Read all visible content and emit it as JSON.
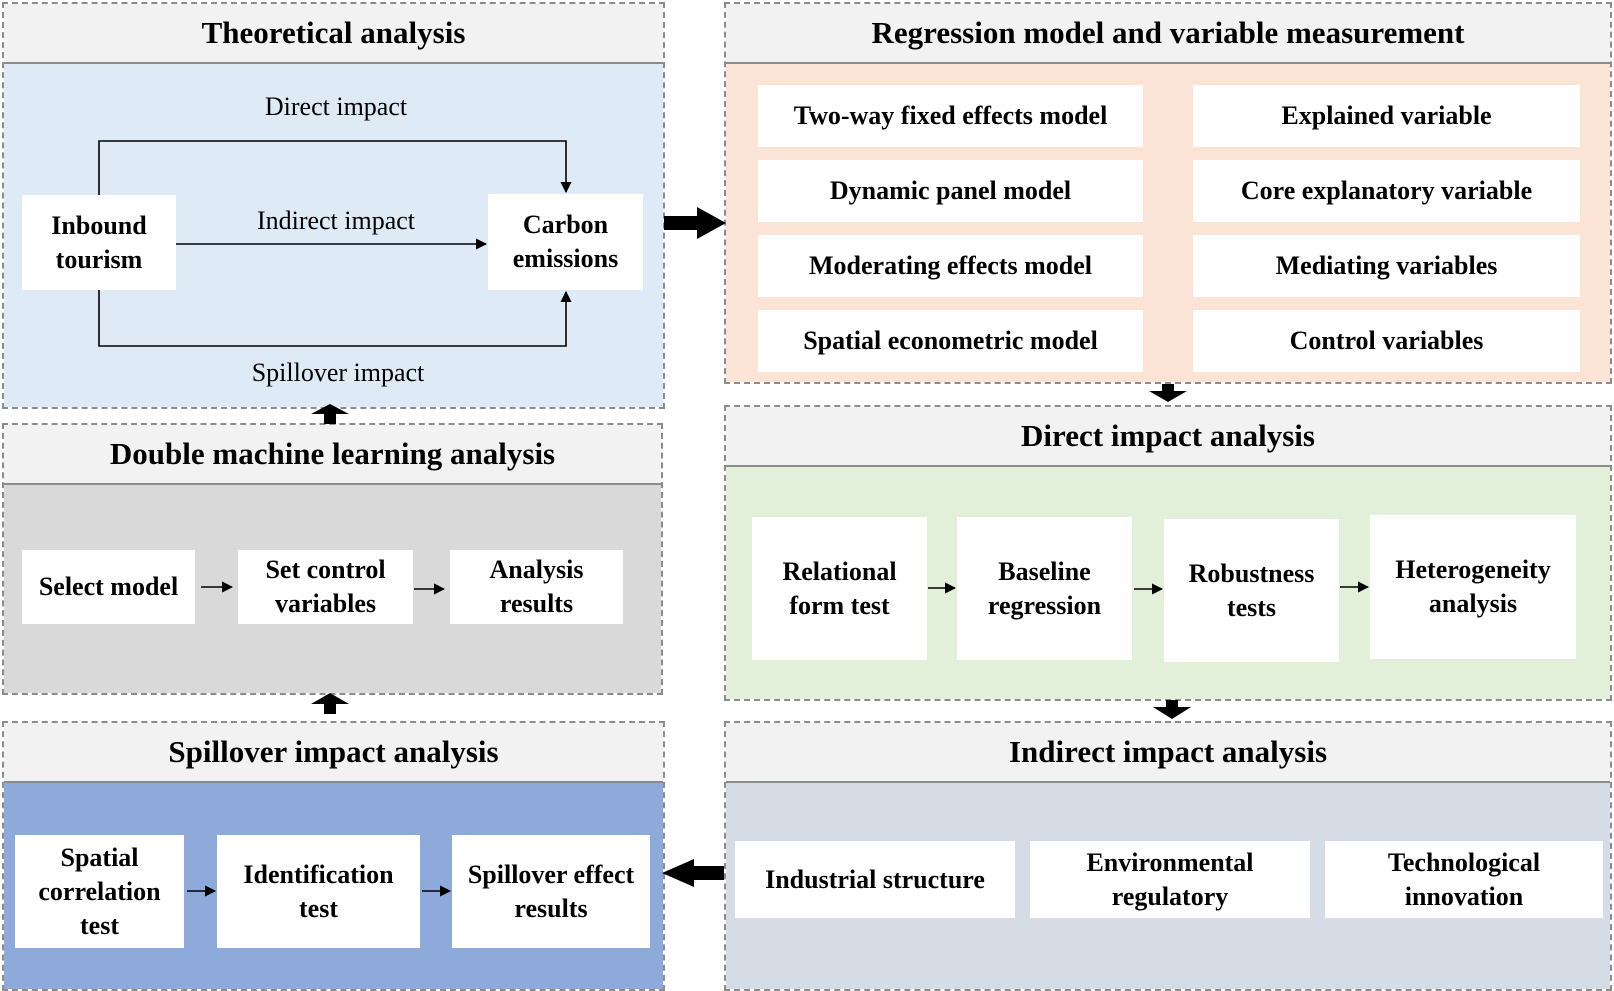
{
  "theoretical": {
    "title": "Theoretical analysis",
    "direct_label": "Direct impact",
    "indirect_label": "Indirect impact",
    "spillover_label": "Spillover impact",
    "inbound": "Inbound tourism",
    "carbon": "Carbon emissions"
  },
  "regression": {
    "title": "Regression model and variable measurement",
    "models": [
      "Two-way fixed effects model",
      "Dynamic panel model",
      "Moderating effects model",
      "Spatial econometric model"
    ],
    "variables": [
      "Explained variable",
      "Core explanatory variable",
      "Mediating variables",
      "Control variables"
    ]
  },
  "dml": {
    "title": "Double machine learning analysis",
    "steps": [
      "Select model",
      "Set control variables",
      "Analysis results"
    ]
  },
  "direct": {
    "title": "Direct impact analysis",
    "steps": [
      "Relational form test",
      "Baseline regression",
      "Robustness tests",
      "Heterogeneity analysis"
    ]
  },
  "spillover": {
    "title": "Spillover impact analysis",
    "steps": [
      "Spatial correlation test",
      "Identification test",
      "Spillover effect results"
    ]
  },
  "indirect": {
    "title": "Indirect impact analysis",
    "items": [
      "Industrial structure",
      "Environmental regulatory",
      "Technological innovation"
    ]
  },
  "colors": {
    "theoretical_bg": "#deeaf6",
    "regression_bg": "#fbe4d5",
    "dml_bg": "#d9d9d9",
    "direct_bg": "#e2efd9",
    "spillover_bg": "#8eaadb",
    "indirect_bg": "#d6dce5"
  }
}
